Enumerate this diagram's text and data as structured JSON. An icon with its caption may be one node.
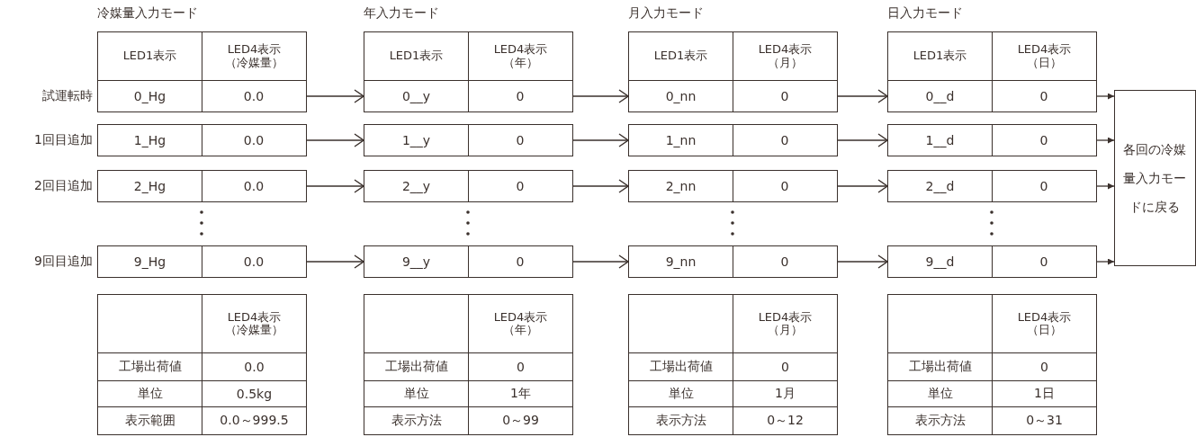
{
  "diagram": {
    "nodes": [
      {
        "text": [
          "0_Hg",
          "0.0"
        ]
      },
      {
        "text": [
          "1_Hg",
          "0.0"
        ]
      },
      {
        "text": [
          "2_Hg",
          "0.0"
        ]
      },
      {
        "text": [
          "9_Hg",
          "0.0"
        ]
      },
      {
        "text": [
          "0__y",
          "0"
        ]
      },
      {
        "text": [
          "1__y",
          "0"
        ]
      },
      {
        "text": [
          "2__y",
          "0"
        ]
      },
      {
        "text": [
          "9__y",
          "0"
        ]
      },
      {
        "text": [
          "0_nn",
          "0"
        ]
      },
      {
        "text": [
          "1_nn",
          "0"
        ]
      },
      {
        "text": [
          "2_nn",
          "0"
        ]
      },
      {
        "text": [
          "9_nn",
          "0"
        ]
      },
      {
        "text": [
          "0__d",
          "0"
        ]
      },
      {
        "text": [
          "1__d",
          "0"
        ]
      },
      {
        "text": [
          "2__d",
          "0"
        ]
      },
      {
        "text": [
          "9__d",
          "0"
        ]
      },
      {
        "text": [
          "各回の冷媒量入力モードに戻る"
        ]
      }
    ],
    "edges": [
      {
        "from": 0,
        "to": 4,
        "arrow": "to"
      },
      {
        "from": 1,
        "to": 5,
        "arrow": "to"
      },
      {
        "from": 2,
        "to": 6,
        "arrow": "to"
      },
      {
        "from": 3,
        "to": 7,
        "arrow": "to"
      },
      {
        "from": 4,
        "to": 8,
        "arrow": "to"
      },
      {
        "from": 5,
        "to": 9,
        "arrow": "to"
      },
      {
        "from": 6,
        "to": 10,
        "arrow": "to"
      },
      {
        "from": 7,
        "to": 11,
        "arrow": "to"
      },
      {
        "from": 8,
        "to": 12,
        "arrow": "to"
      },
      {
        "from": 9,
        "to": 13,
        "arrow": "to"
      },
      {
        "from": 10,
        "to": 14,
        "arrow": "to"
      },
      {
        "from": 11,
        "to": 15,
        "arrow": "to"
      },
      {
        "from": 12,
        "to": 16,
        "arrow": "to"
      },
      {
        "from": 13,
        "to": 16,
        "arrow": "to"
      },
      {
        "from": 14,
        "to": 16,
        "arrow": "to"
      },
      {
        "from": 15,
        "to": 16,
        "arrow": "to"
      }
    ],
    "labels": [
      "冷媒量入力モード",
      "年入力モード",
      "月入力モード",
      "日入力モード",
      "LED1表示",
      "LED4表示（冷媒量）",
      "LED1表示",
      "LED4表示（年）",
      "LED1表示",
      "LED4表示（月）",
      "LED1表示",
      "LED4表示（日）",
      "試運転時",
      "1回目追加",
      "2回目追加",
      "9回目追加",
      "LED4表示（冷媒量）",
      "工場出荷値",
      "0.0",
      "単位",
      "0.5kg",
      "表示範囲",
      "0.0～999.5",
      "LED4表示（年）",
      "工場出荷値",
      "0",
      "単位",
      "1年",
      "表示方法",
      "0～99",
      "LED4表示（月）",
      "工場出荷値",
      "0",
      "単位",
      "1月",
      "表示方法",
      "0～12",
      "LED4表示（日）",
      "工場出荷値",
      "0",
      "単位",
      "1日",
      "表示方法",
      "0～31"
    ]
  }
}
